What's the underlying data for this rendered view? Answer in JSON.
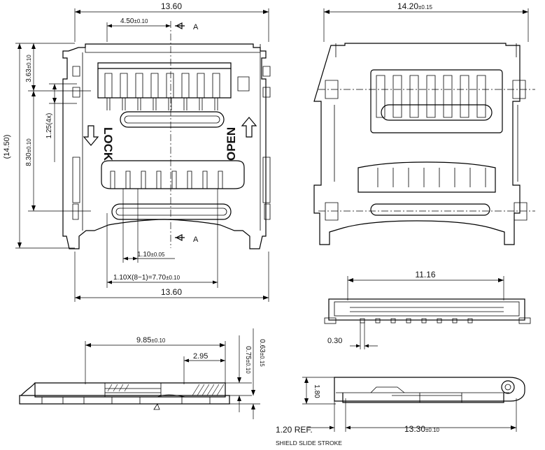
{
  "dimensions": {
    "top_width": "13.60",
    "pin_offset": "4.50",
    "pin_offset_tol": "±0.10",
    "section_mark": "A",
    "height_ref": "(14.50)",
    "top_to_pin": "3.63",
    "top_to_pin_tol": "±0.10",
    "pin_span": "8.30",
    "pin_span_tol": "±0.10",
    "pitch_rows": "1.25(4x)",
    "pitch_small": "1.10",
    "pitch_small_tol": "±0.05",
    "pitch_total": "1.10X(8−1)=7.70",
    "pitch_total_tol": "±0.10",
    "bottom_width": "13.60",
    "right_width": "14.20",
    "right_width_tol": "±0.15",
    "side_width": "11.16",
    "contact_width": "0.30",
    "side_length": "9.85",
    "side_length_tol": "±0.10",
    "side_step": "2.95",
    "h1": "0.75",
    "h1_tol": "±0.10",
    "h2": "0.63",
    "h2_tol": "±0.15",
    "body_height": "1.80",
    "body_length": "13.30",
    "body_length_tol": "±0.10",
    "stroke_ref": "1.20 REF.",
    "stroke_caption": "SHIELD SLIDE STROKE"
  },
  "labels": {
    "lock": "LOCK",
    "open": "OPEN"
  }
}
